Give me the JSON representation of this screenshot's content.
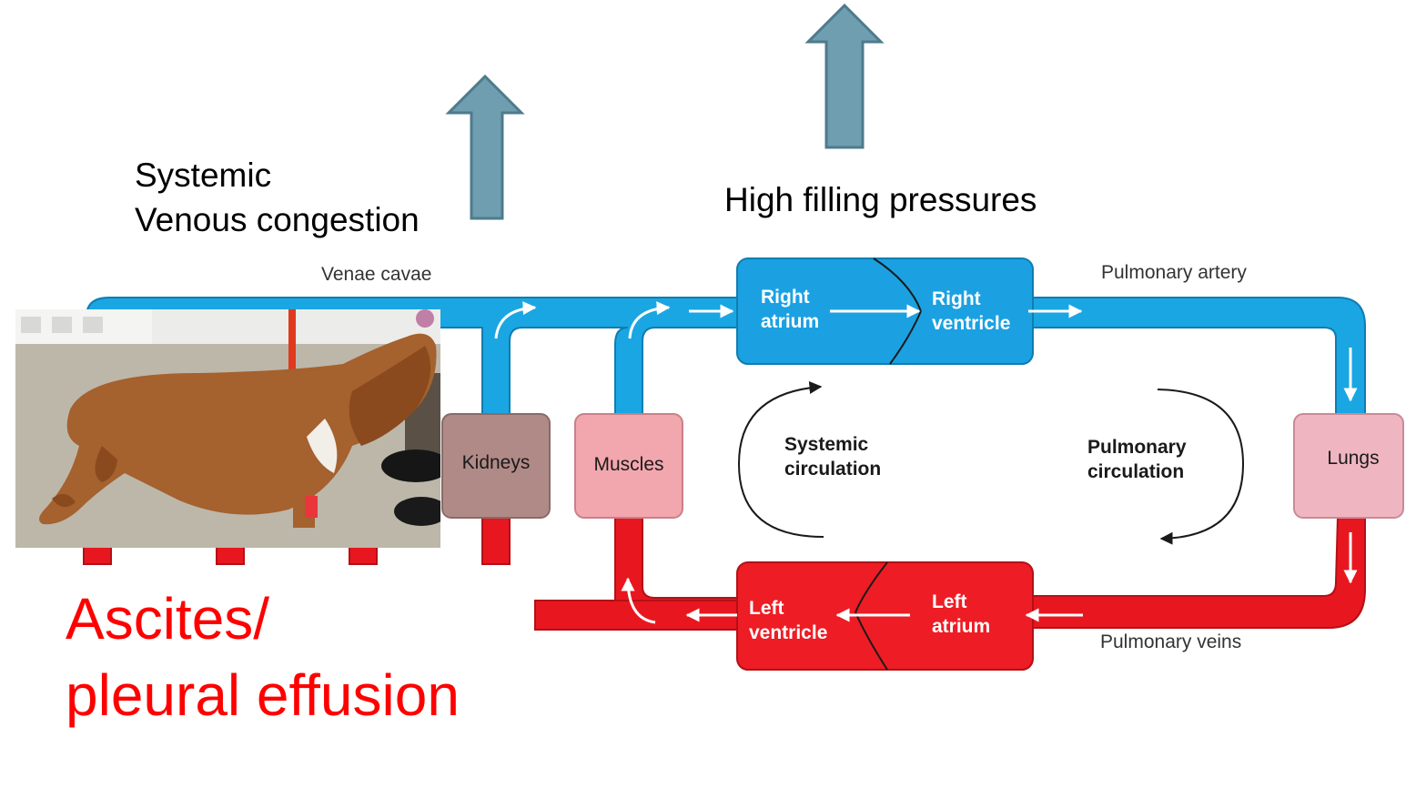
{
  "slide": {
    "systemic_line1": "Systemic",
    "systemic_line2": "Venous congestion",
    "high_filling": "High filling pressures",
    "ascites_line1": "Ascites/",
    "ascites_line2": "pleural effusion"
  },
  "diagram": {
    "venae_cavae": "Venae cavae",
    "pulmonary_artery": "Pulmonary artery",
    "pulmonary_veins": "Pulmonary veins",
    "right_atrium": [
      "Right",
      "atrium"
    ],
    "right_ventricle": [
      "Right",
      "ventricle"
    ],
    "left_atrium": [
      "Left",
      "atrium"
    ],
    "left_ventricle": [
      "Left",
      "ventricle"
    ],
    "kidneys": "Kidneys",
    "muscles": "Muscles",
    "lungs": "Lungs",
    "systemic_circulation": [
      "Systemic",
      "circulation"
    ],
    "pulmonary_circulation": [
      "Pulmonary",
      "circulation"
    ]
  },
  "icons": {
    "up_arrow": "up-arrow-icon",
    "photo": "dog-photo"
  },
  "colors": {
    "venous_blue": "#1aa6e3",
    "arterial_red": "#e8171f",
    "heart_red": "#ee1c24",
    "heart_blue": "#1ba1e2",
    "kidney_box": "#b08a87",
    "muscle_box": "#f2a6ad",
    "lung_box": "#efb6c1",
    "up_arrow": "#6e9eb0",
    "ascites_text": "#ff0000"
  }
}
